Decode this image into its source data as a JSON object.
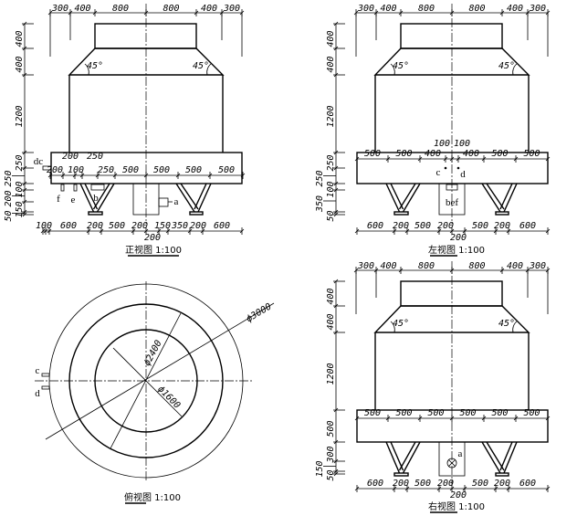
{
  "views": {
    "front": {
      "caption": "正视图 1:100",
      "top_dims": [
        "300",
        "400",
        "800",
        "800",
        "400",
        "300"
      ],
      "angles": [
        "45°",
        "45°"
      ],
      "base_dims": [
        "200",
        "100",
        "250",
        "500",
        "500",
        "500",
        "500"
      ],
      "base_upper_dims": [
        "200",
        "250"
      ],
      "bottom_dims": [
        "100",
        "600",
        "200",
        "500",
        "200",
        "200",
        "150",
        "350",
        "200",
        "600"
      ],
      "vertical_dims": [
        "400",
        "400",
        "1200",
        "250",
        "250",
        "100",
        "200",
        "150",
        "50"
      ],
      "ports": [
        "dc",
        "f",
        "e",
        "b",
        "a"
      ]
    },
    "left": {
      "caption": "左视图 1:100",
      "top_dims": [
        "300",
        "400",
        "800",
        "800",
        "400",
        "300"
      ],
      "angles": [
        "45°",
        "45°"
      ],
      "base_dims": [
        "500",
        "500",
        "400",
        "100",
        "100",
        "400",
        "500",
        "500"
      ],
      "bottom_dims": [
        "600",
        "200",
        "500",
        "200",
        "200",
        "500",
        "200",
        "600"
      ],
      "vertical_dims": [
        "400",
        "400",
        "1200",
        "250",
        "250",
        "100",
        "350",
        "50"
      ],
      "ports": [
        "c",
        "d",
        "bef"
      ]
    },
    "right": {
      "caption": "右视图 1:100",
      "top_dims": [
        "300",
        "400",
        "800",
        "800",
        "400",
        "300"
      ],
      "angles": [
        "45°",
        "45°"
      ],
      "base_dims": [
        "500",
        "500",
        "500",
        "500",
        "500",
        "500"
      ],
      "bottom_dims": [
        "600",
        "200",
        "500",
        "200",
        "200",
        "500",
        "200",
        "600"
      ],
      "vertical_dims": [
        "400",
        "400",
        "1200",
        "500",
        "300",
        "150",
        "50"
      ],
      "ports": [
        "a"
      ]
    },
    "plan": {
      "caption": "俯视图 1:100",
      "diameters": [
        "ϕ3000",
        "ϕ2400",
        "ϕ1600"
      ],
      "ports": [
        "c",
        "d"
      ]
    }
  }
}
